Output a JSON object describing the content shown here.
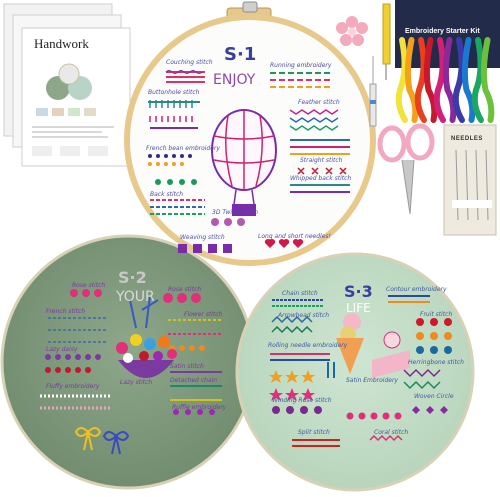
{
  "manual": {
    "title": "Handwork"
  },
  "kit": {
    "title": "Embroidery Starter Kit",
    "needles_title": "NEEDLES",
    "thread_colors": [
      "#f2e23a",
      "#f5a018",
      "#e8401e",
      "#c8182c",
      "#d02078",
      "#8a2a9a",
      "#3a3aa8",
      "#1a7ad0",
      "#1aa860",
      "#6cc03a"
    ]
  },
  "hoop1": {
    "title": "S·1",
    "word": "ENJOY",
    "labels": {
      "couching": "Couching stitch",
      "running": "Running embroidery",
      "buttonhole": "Buttonhole stitch",
      "feather": "Feather stitch",
      "french": "French bean embroidery",
      "straight": "Straight stitch",
      "back": "Back stitch",
      "whipped": "Whipped back stitch",
      "twine": "3D Twine stitch",
      "weaving": "Weaving stitch",
      "longshort": "Long and short needles!"
    }
  },
  "hoop2": {
    "title": "S·2",
    "word": "YOUR",
    "labels": {
      "l1": "Rose stitch",
      "l2": "Rose stitch",
      "l3": "French stitch",
      "l4": "Flower stitch",
      "l5": "Lazy daisy",
      "l6": "Fluffy embroidery",
      "l7": "Satin stitch",
      "l8": "Detached chain",
      "l9": "Lazy stitch",
      "l10": "Ruffle embroidery"
    }
  },
  "hoop3": {
    "title": "S·3",
    "word": "LIFE",
    "labels": {
      "chain": "Chain stitch",
      "contour": "Contour embroidery",
      "arrowhead": "Arrowhead stitch",
      "fruit": "Fruit stitch",
      "rolling": "Rolling needle embroidery",
      "herringbone": "Herringbone stitch",
      "satin": "Satin Embroidery",
      "winding": "Winding Rose stitch",
      "woven": "Woven Circle",
      "split": "Split stitch",
      "coral": "Coral stitch"
    }
  }
}
